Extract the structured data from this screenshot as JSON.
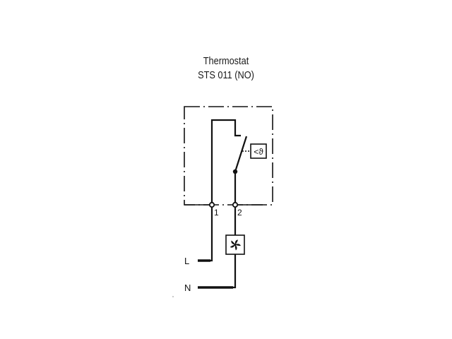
{
  "title": {
    "line1": "Thermostat",
    "line2": "STS 011 (NO)"
  },
  "terminals": [
    {
      "id": "terminal-1",
      "label": "1"
    },
    {
      "id": "terminal-2",
      "label": "2"
    }
  ],
  "supply": {
    "live_label": "L",
    "neutral_label": "N"
  },
  "sensor": {
    "symbol": "<ϑ"
  },
  "load": {
    "icon": "fan-icon"
  },
  "colors": {
    "line": "#111111",
    "background": "#ffffff"
  }
}
